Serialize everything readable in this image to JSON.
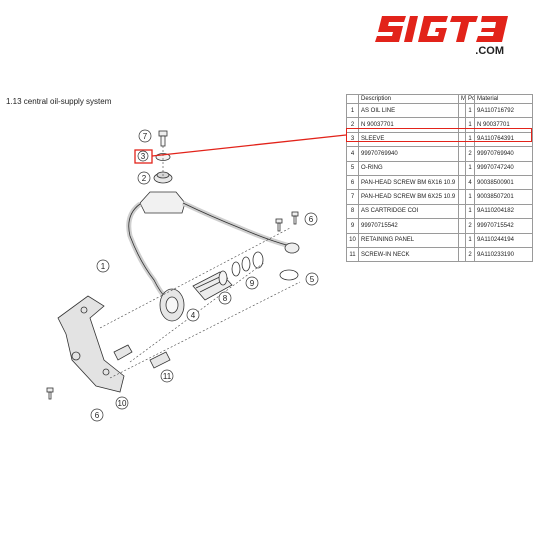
{
  "brand": {
    "logo_text": "SIGT3",
    "domain": ".COM",
    "accent": "#e2231a"
  },
  "section": {
    "title": "1.13  central oil-supply system"
  },
  "table": {
    "headers": [
      "",
      "Description",
      "M",
      "Pc",
      "Material"
    ],
    "rows": [
      {
        "num": "1",
        "description": "AS OIL LINE",
        "m": "",
        "pc": "1",
        "material": "9A110716792"
      },
      {
        "num": "2",
        "description": "N  90037701",
        "m": "",
        "pc": "1",
        "material": "N  90037701"
      },
      {
        "num": "3",
        "description": "SLEEVE",
        "m": "",
        "pc": "1",
        "material": "9A110764391"
      },
      {
        "num": "4",
        "description": "99970769940",
        "m": "",
        "pc": "2",
        "material": "99970769940"
      },
      {
        "num": "5",
        "description": "O-RING",
        "m": "",
        "pc": "1",
        "material": "99970747240"
      },
      {
        "num": "6",
        "description": "PAN-HEAD SCREW BM 6X16 10.9",
        "m": "",
        "pc": "4",
        "material": "90038500901"
      },
      {
        "num": "7",
        "description": "PAN-HEAD SCREW BM 6X25 10.9",
        "m": "",
        "pc": "1",
        "material": "90038507201"
      },
      {
        "num": "8",
        "description": "AS CARTRIDGE COI",
        "m": "",
        "pc": "1",
        "material": "9A110204182"
      },
      {
        "num": "9",
        "description": "99970715542",
        "m": "",
        "pc": "2",
        "material": "99970715542"
      },
      {
        "num": "10",
        "description": "RETAINING PANEL",
        "m": "",
        "pc": "1",
        "material": "9A110244194"
      },
      {
        "num": "11",
        "description": "SCREW-IN NECK",
        "m": "",
        "pc": "2",
        "material": "9A110233190"
      }
    ]
  },
  "callouts": [
    "7",
    "3",
    "2",
    "1",
    "6",
    "5",
    "8",
    "9",
    "4",
    "11",
    "10",
    "6"
  ]
}
